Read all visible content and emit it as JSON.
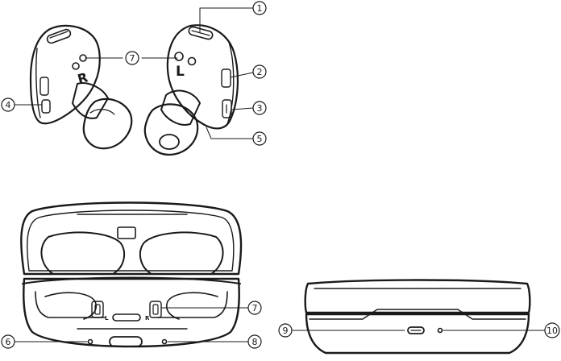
{
  "callouts": {
    "c1": "1",
    "c2": "2",
    "c3": "3",
    "c4": "4",
    "c5": "5",
    "c6": "6",
    "c7a": "7",
    "c7b": "7",
    "c8": "8",
    "c9": "9",
    "c10": "10"
  },
  "earbud_marks": {
    "right_bud": "R",
    "left_bud": "L",
    "case_slot_left": "L",
    "case_slot_right": "R"
  },
  "colors": {
    "ink": "#1a1a1a",
    "background": "#ffffff"
  }
}
